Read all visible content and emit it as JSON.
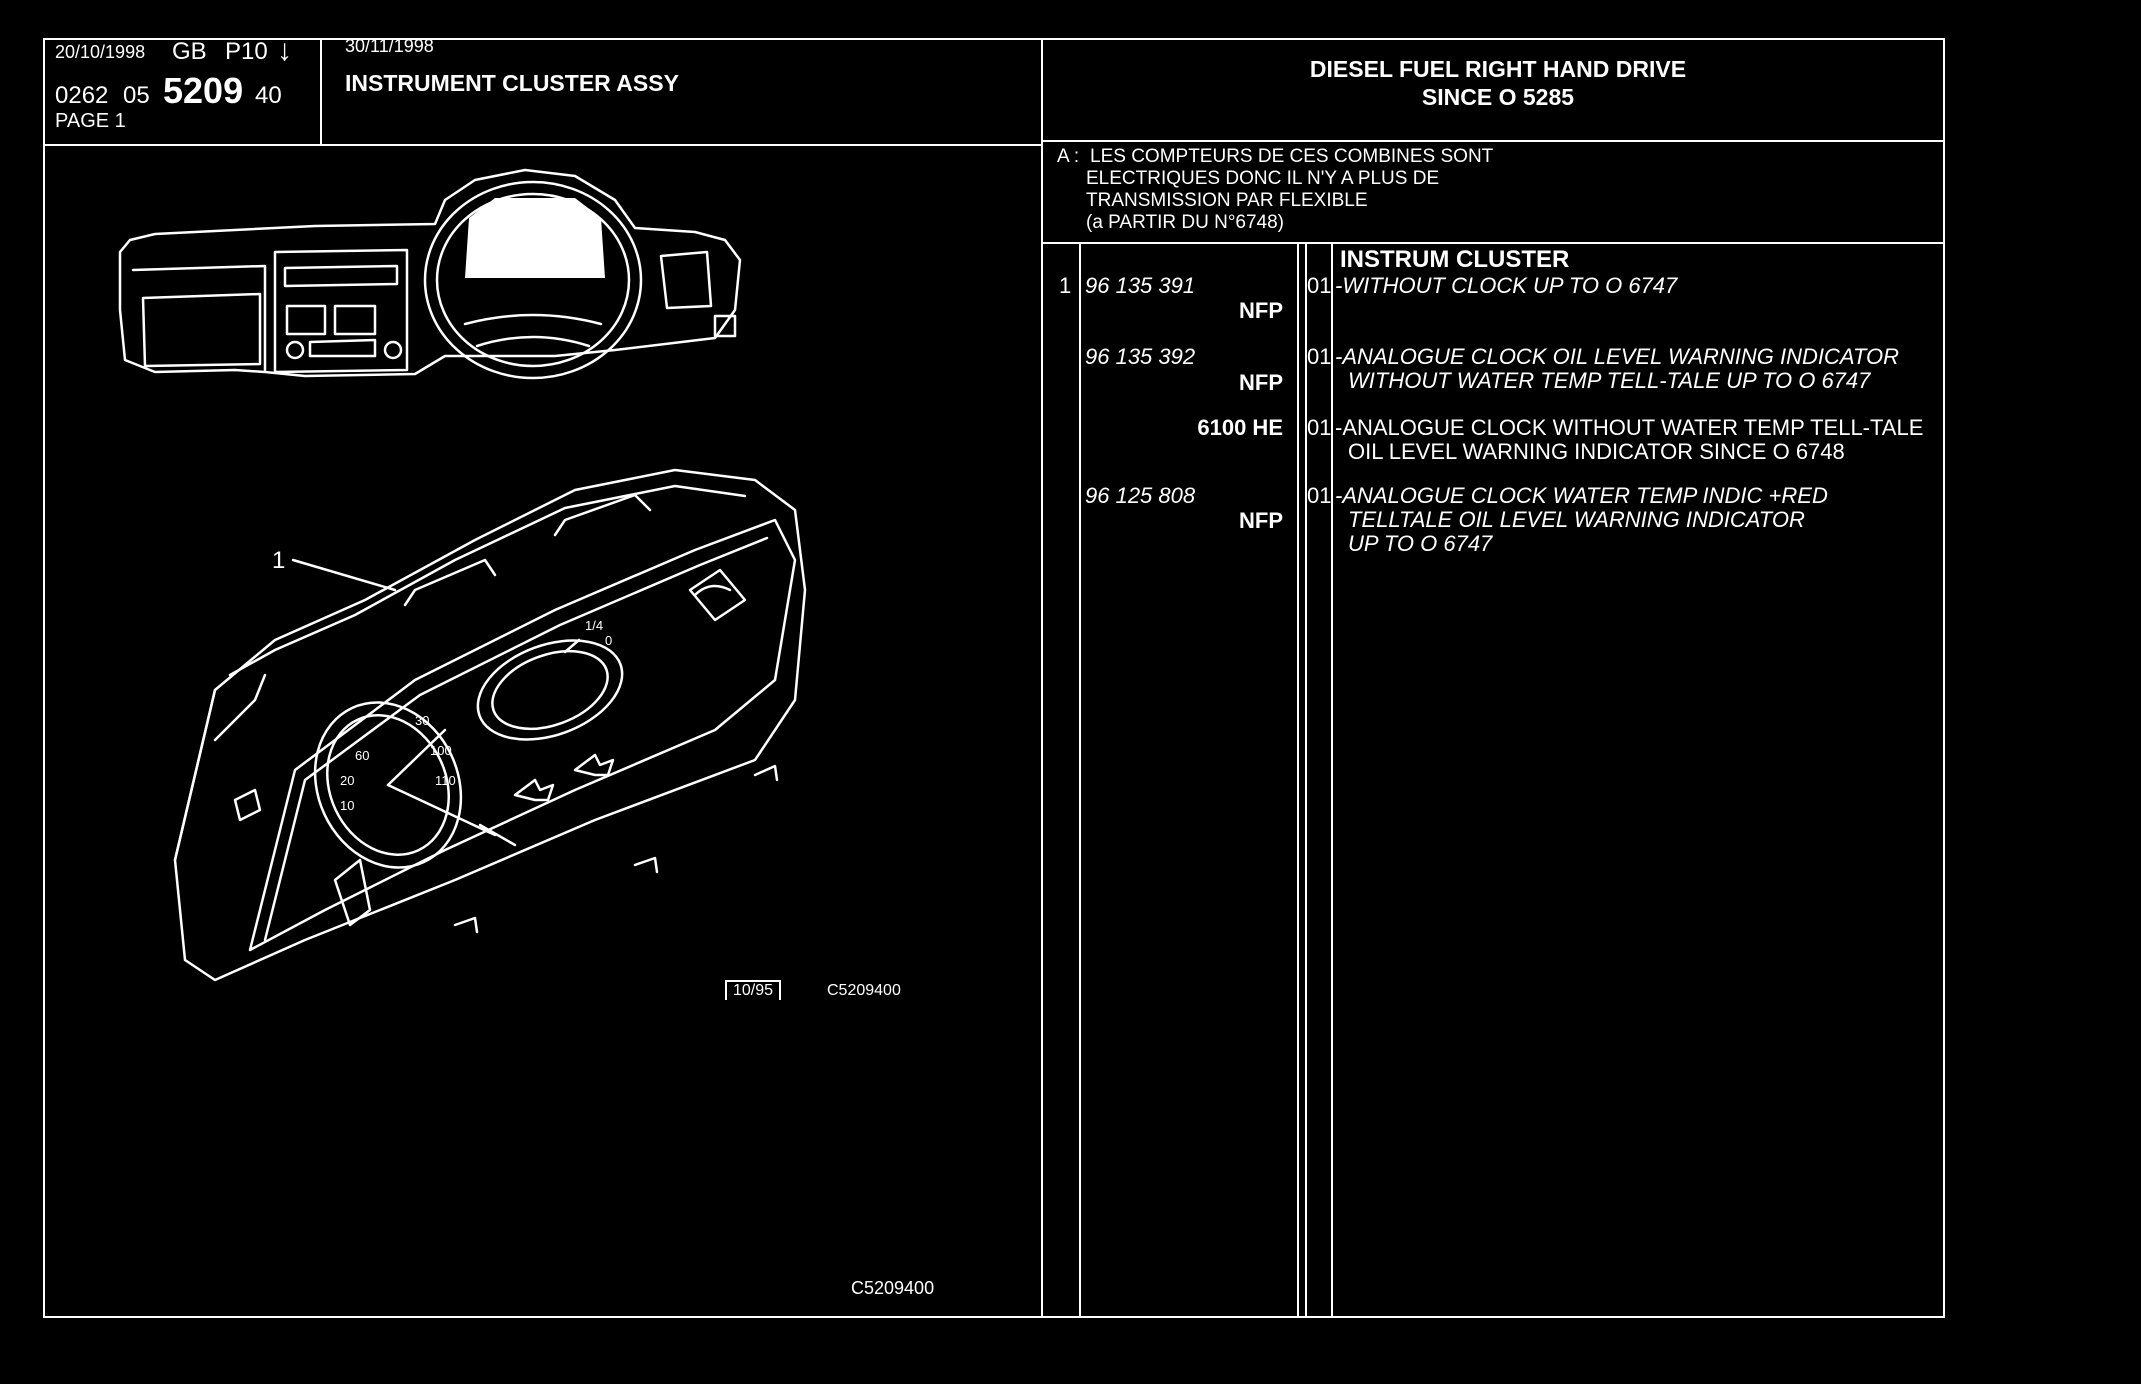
{
  "header": {
    "date_printed": "20/10/1998",
    "lang_code": "GB",
    "catalog_code": "P10",
    "arrow_icon": "arrow-down-icon",
    "ref_prefix": "0262",
    "ref_group": "05",
    "ref_main": "5209",
    "ref_suffix": "40",
    "page_label": "PAGE 1",
    "update_date": "30/11/1998",
    "section_title": "INSTRUMENT CLUSTER ASSY",
    "applicability_line1": "DIESEL FUEL RIGHT HAND DRIVE",
    "applicability_line2": "SINCE O  5285"
  },
  "note": {
    "label": "A :",
    "lines": [
      "LES COMPTEURS DE CES COMBINES SONT",
      "ELECTRIQUES DONC IL N'Y A PLUS DE",
      "TRANSMISSION PAR FLEXIBLE",
      "(a PARTIR DU N°6748)"
    ]
  },
  "parts": {
    "group_title": "INSTRUM CLUSTER",
    "rows": [
      {
        "item": "1",
        "part_no": "96 135 391",
        "code": "NFP",
        "qty": "01",
        "desc": [
          "-WITHOUT CLOCK UP TO O 6747"
        ]
      },
      {
        "item": "",
        "part_no": "96 135 392",
        "code": "NFP",
        "qty": "01",
        "desc": [
          "-ANALOGUE CLOCK OIL LEVEL WARNING INDICATOR",
          "WITHOUT WATER TEMP TELL-TALE UP TO O 6747"
        ]
      },
      {
        "item": "",
        "part_no": "",
        "code": "6100 HE",
        "qty": "01",
        "desc": [
          "-ANALOGUE CLOCK WITHOUT WATER TEMP TELL-TALE",
          "OIL LEVEL WARNING INDICATOR SINCE O 6748"
        ]
      },
      {
        "item": "",
        "part_no": "96 125 808",
        "code": "NFP",
        "qty": "01",
        "desc": [
          "-ANALOGUE CLOCK WATER TEMP INDIC +RED",
          "TELLTALE OIL LEVEL WARNING INDICATOR",
          "UP TO O 6747"
        ]
      }
    ]
  },
  "drawing": {
    "callout_number": "1",
    "gauge_labels": [
      "20",
      "30",
      "100",
      "110",
      "60",
      "10",
      "1/4",
      "0"
    ],
    "stamp_date": "10/95",
    "stamp_ref": "C5209400",
    "footer_ref": "C5209400"
  }
}
